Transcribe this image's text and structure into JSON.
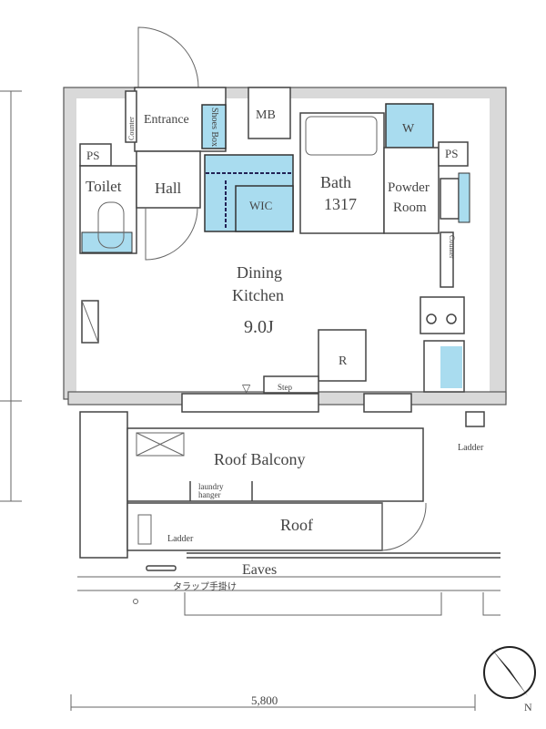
{
  "rooms": {
    "entrance": "Entrance",
    "counter_left": "Counter",
    "shoes_box": "Shoes Box",
    "mb": "MB",
    "ps_left": "PS",
    "ps_right": "PS",
    "toilet": "Toilet",
    "hall": "Hall",
    "wic": "WIC",
    "bath": "Bath",
    "bath_size": "1317",
    "washer": "W",
    "powder_room_1": "Powder",
    "powder_room_2": "Room",
    "counter_right": "Counter",
    "dining_1": "Dining",
    "dining_2": "Kitchen",
    "dining_size": "9.0J",
    "refrigerator": "R",
    "step": "Step",
    "roof_balcony": "Roof Balcony",
    "laundry_1": "laundry",
    "laundry_2": "hanger",
    "roof": "Roof",
    "ladder_right": "Ladder",
    "ladder_left": "Ladder",
    "eaves": "Eaves",
    "handhold": "タラップ手掛け"
  },
  "dimension": "5,800",
  "compass": "N"
}
